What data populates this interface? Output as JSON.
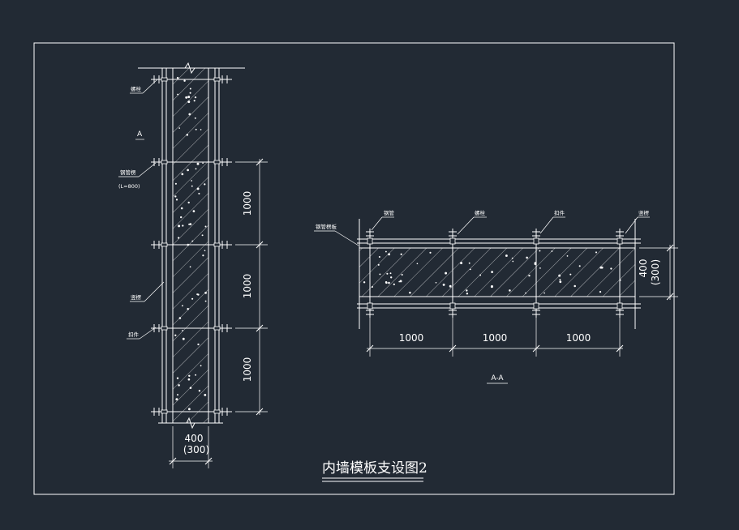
{
  "colors": {
    "background": "#222a34",
    "lines": "#ffffff"
  },
  "drawing_title": "内墙模板支设图2",
  "elevation": {
    "section_marker": "A",
    "labels": [
      "螺栓",
      "钢管楞",
      "(L=800)",
      "竖楞",
      "扣件"
    ],
    "spacings": [
      "1000",
      "1000",
      "1000"
    ],
    "width": "400",
    "width_alt": "(300)"
  },
  "section": {
    "title": "A-A",
    "labels": [
      "钢管楞板",
      "钢管",
      "螺栓",
      "扣件",
      "竖楞"
    ],
    "spacings": [
      "1000",
      "1000",
      "1000"
    ],
    "thickness": "400",
    "thickness_alt": "(300)"
  }
}
